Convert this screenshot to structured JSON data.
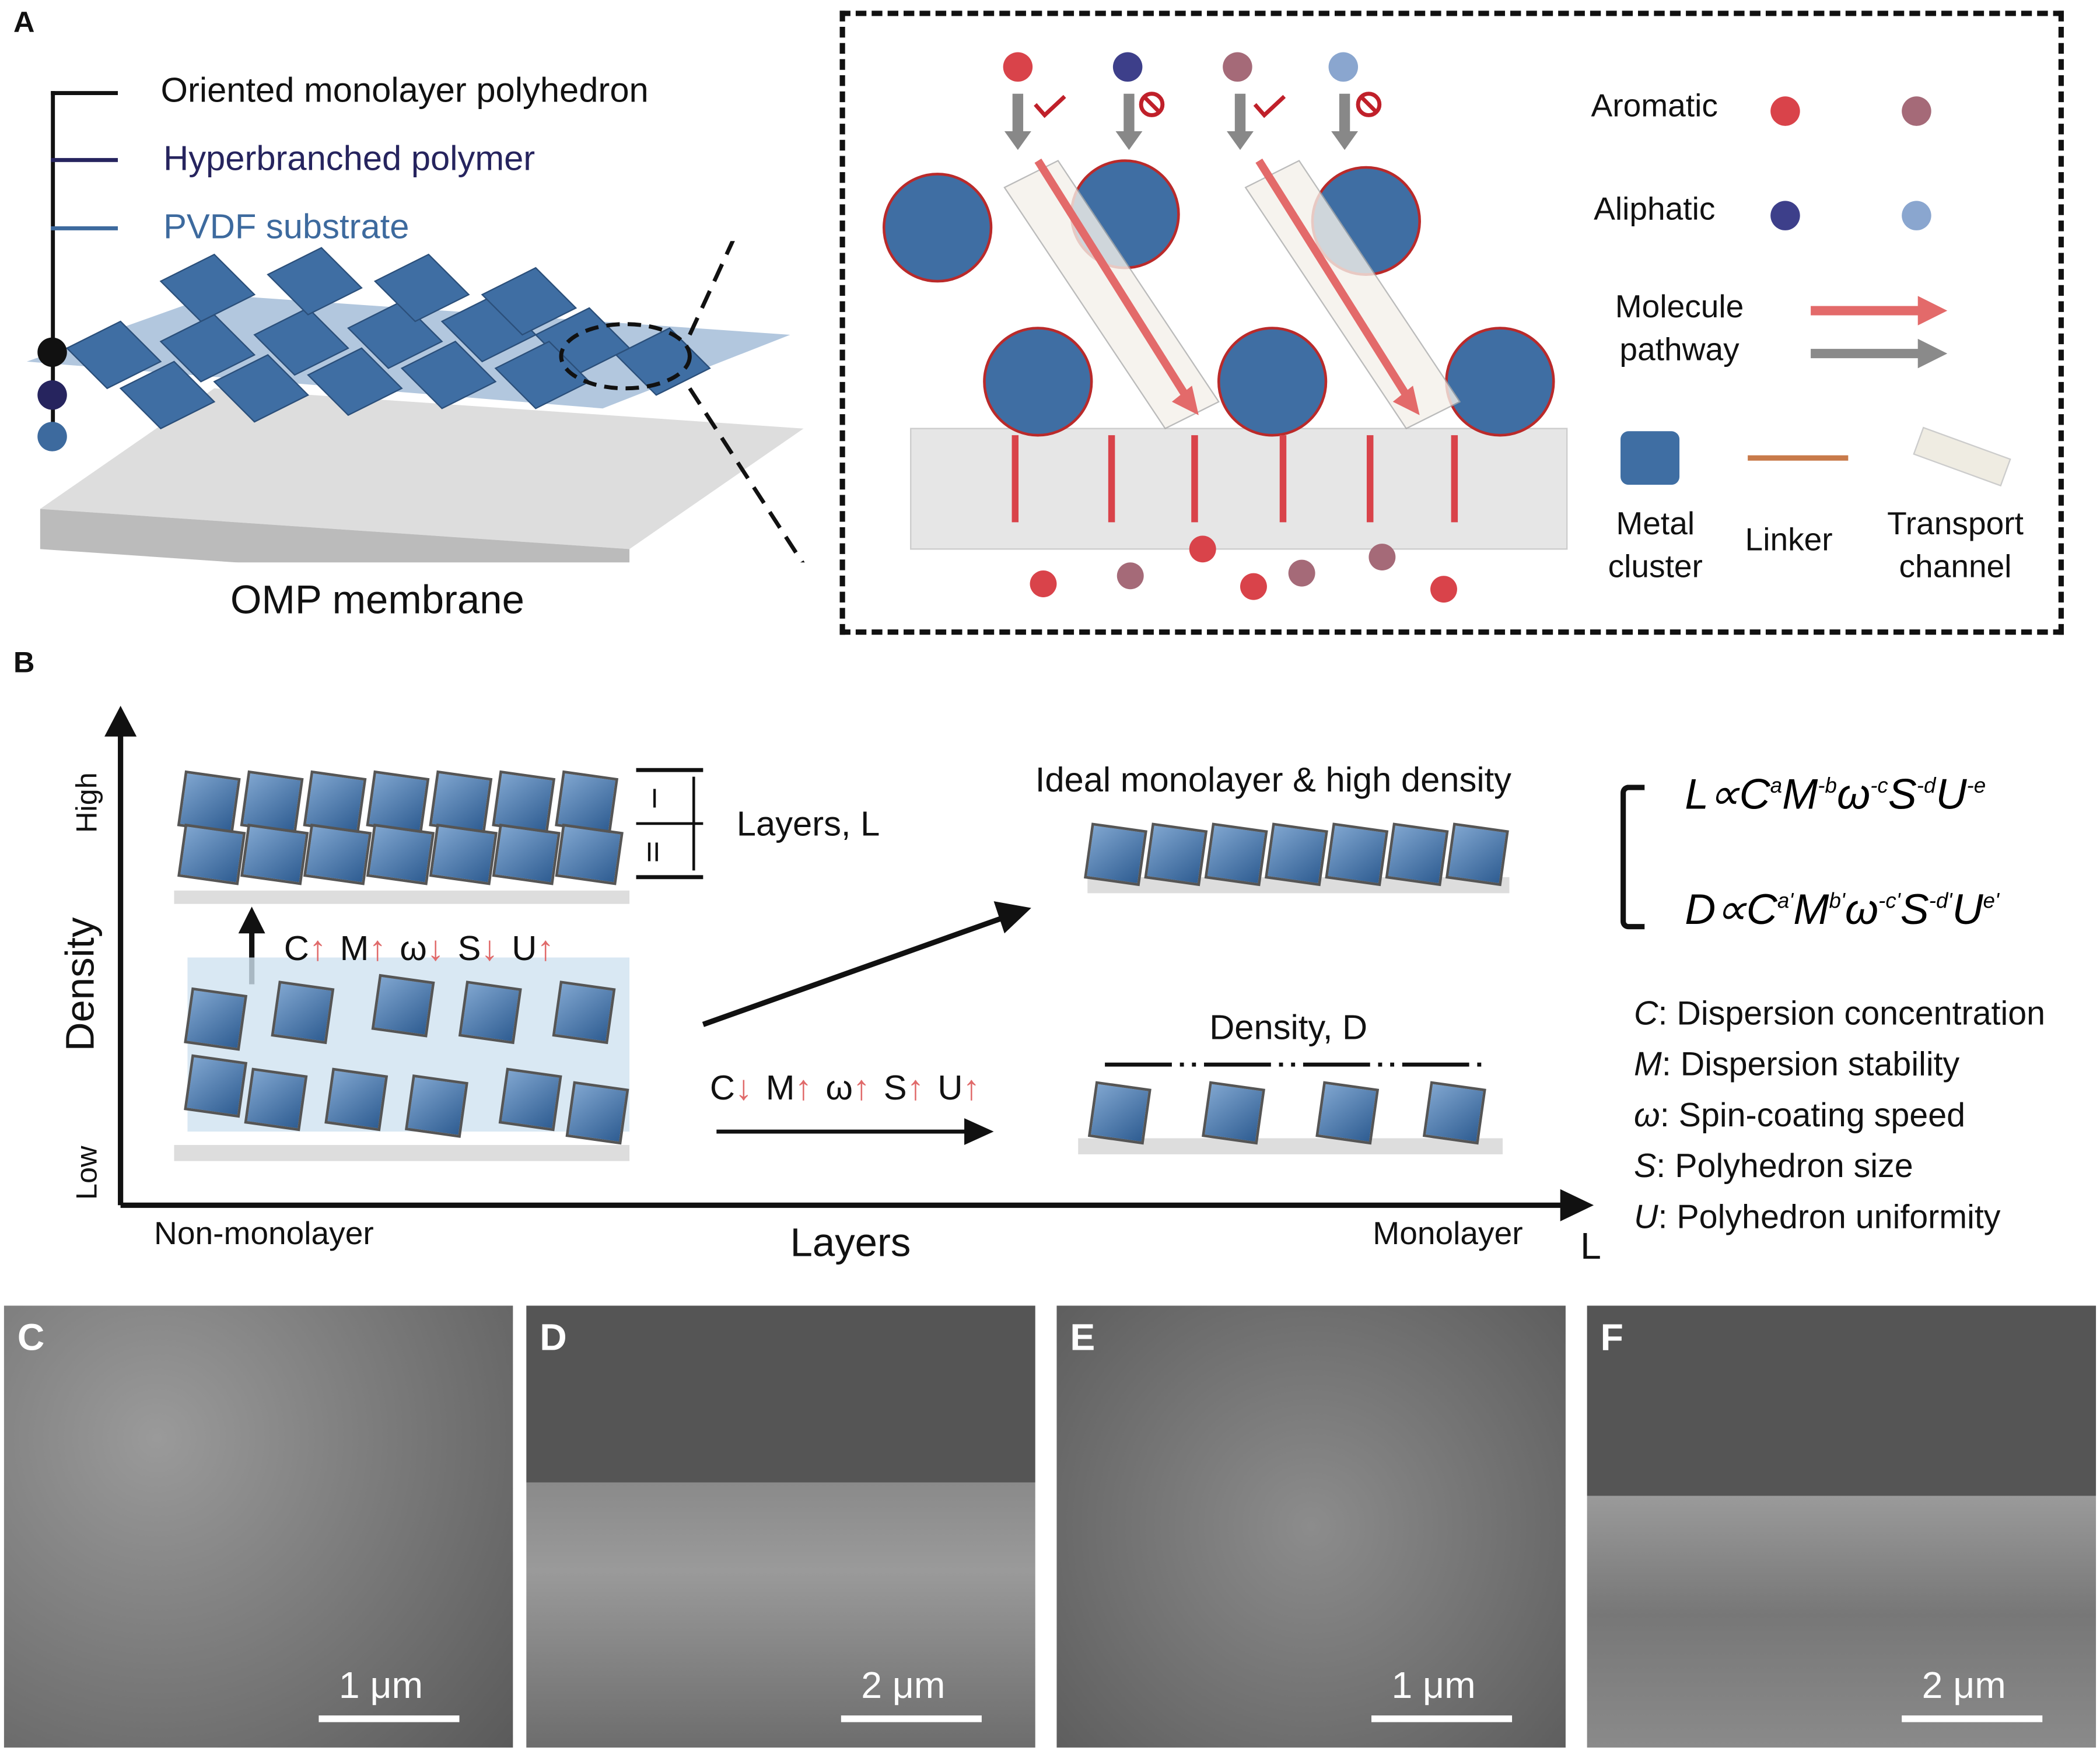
{
  "panels": {
    "a": "A",
    "b": "B",
    "c": "C",
    "d": "D",
    "e": "E",
    "f": "F"
  },
  "panel_a": {
    "layers": [
      "Oriented monolayer polyhedron",
      "Hyperbranched polymer",
      "PVDF substrate"
    ],
    "layer_colors": [
      "#111111",
      "#26245e",
      "#3d6a9e"
    ],
    "caption": "OMP membrane",
    "legend": {
      "aromatic": "Aromatic",
      "aliphatic": "Aliphatic",
      "pathway": "Molecule pathway",
      "metal_cluster": "Metal cluster",
      "linker": "Linker",
      "channel": "Transport channel"
    },
    "colors": {
      "aromatic1": "#d9434a",
      "aromatic2": "#a56a78",
      "aliphatic1": "#3d3f8a",
      "aliphatic2": "#8aa6cf",
      "pathway_red": "#e36a6a",
      "pathway_gray": "#8a8a8a",
      "accept": "#c0202a"
    }
  },
  "panel_b": {
    "y_axis": "Density",
    "y_high": "High",
    "y_low": "Low",
    "x_axis": "Layers",
    "x_left": "Non-monolayer",
    "x_right": "Monolayer",
    "x_symbol": "L",
    "layer_marks": [
      "I",
      "II"
    ],
    "layers_label": "Layers, L",
    "arrows_up": [
      [
        "C",
        "up"
      ],
      [
        "M",
        "up"
      ],
      [
        "ω",
        "down"
      ],
      [
        "S",
        "down"
      ],
      [
        "U",
        "up"
      ]
    ],
    "arrows_right": [
      [
        "C",
        "down"
      ],
      [
        "M",
        "up"
      ],
      [
        "ω",
        "up"
      ],
      [
        "S",
        "up"
      ],
      [
        "U",
        "up"
      ]
    ],
    "ideal": "Ideal monolayer & high density",
    "density_label": "Density, D",
    "eq1": {
      "lhs": "L",
      "terms": [
        [
          "C",
          "a"
        ],
        [
          "M",
          "-b"
        ],
        [
          "ω",
          "-c"
        ],
        [
          "S",
          "-d"
        ],
        [
          "U",
          "-e"
        ]
      ]
    },
    "eq2": {
      "lhs": "D",
      "terms": [
        [
          "C",
          "a'"
        ],
        [
          "M",
          "b'"
        ],
        [
          "ω",
          "-c'"
        ],
        [
          "S",
          "-d'"
        ],
        [
          "U",
          "e'"
        ]
      ]
    },
    "prop": "∝",
    "definitions": [
      [
        "C",
        "Dispersion concentration"
      ],
      [
        "M",
        "Dispersion stability"
      ],
      [
        "ω",
        "Spin-coating speed"
      ],
      [
        "S",
        "Polyhedron size"
      ],
      [
        "U",
        "Polyhedron uniformity"
      ]
    ]
  },
  "sem": [
    {
      "scale": "1 μm"
    },
    {
      "scale": "2 μm"
    },
    {
      "scale": "1 μm"
    },
    {
      "scale": "2 μm"
    }
  ]
}
